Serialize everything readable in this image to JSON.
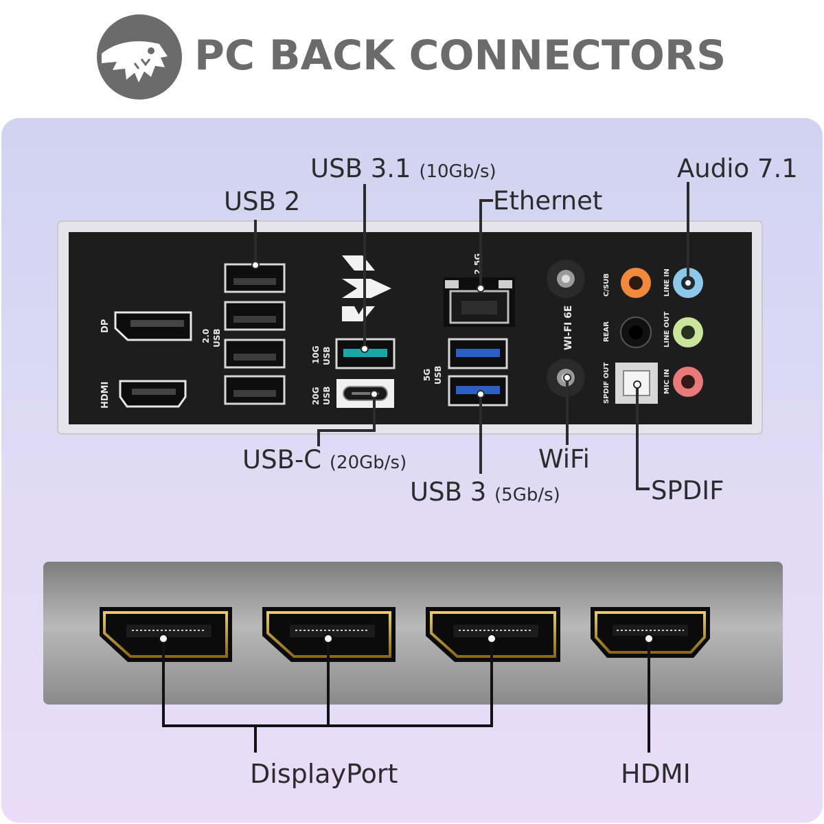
{
  "header": {
    "title": "PC BACK CONNECTORS"
  },
  "labels": {
    "usb2": "USB 2",
    "usb31": "USB 3.1",
    "usb31_speed": "(10Gb/s)",
    "ethernet": "Ethernet",
    "audio": "Audio 7.1",
    "usbc": "USB-C",
    "usbc_speed": "(20Gb/s)",
    "usb3": "USB 3",
    "usb3_speed": "(5Gb/s)",
    "wifi": "WiFi",
    "spdif": "SPDIF",
    "displayport": "DisplayPort",
    "hdmi": "HDMI"
  },
  "panel_text": {
    "dp": "DP",
    "hdmi": "HDMI",
    "usb20": "2.0",
    "usb20_b": "USB",
    "g10": "10G",
    "g10_b": "USB",
    "g20": "20G",
    "g20_b": "USB",
    "g5": "5G",
    "g5_b": "USB",
    "lan": "2.5G",
    "wifi6e": "WI-FI 6E",
    "csub": "C/SUB",
    "rear": "REAR",
    "spdif_out": "SPDIF OUT",
    "line_in": "LINE IN",
    "line_out": "LINE OUT",
    "mic_in": "MIC IN"
  },
  "colors": {
    "title_gray": "#6b6b6b",
    "plate_black": "#1d1d1d",
    "usb3_blue": "#2b5fc4",
    "usb10g_teal": "#1aa6a6",
    "jack_orange": "#f0893c",
    "jack_blue": "#8ec8e8",
    "jack_green": "#c8e59a",
    "jack_pink": "#e87a7a",
    "gold": "#c9a531"
  }
}
